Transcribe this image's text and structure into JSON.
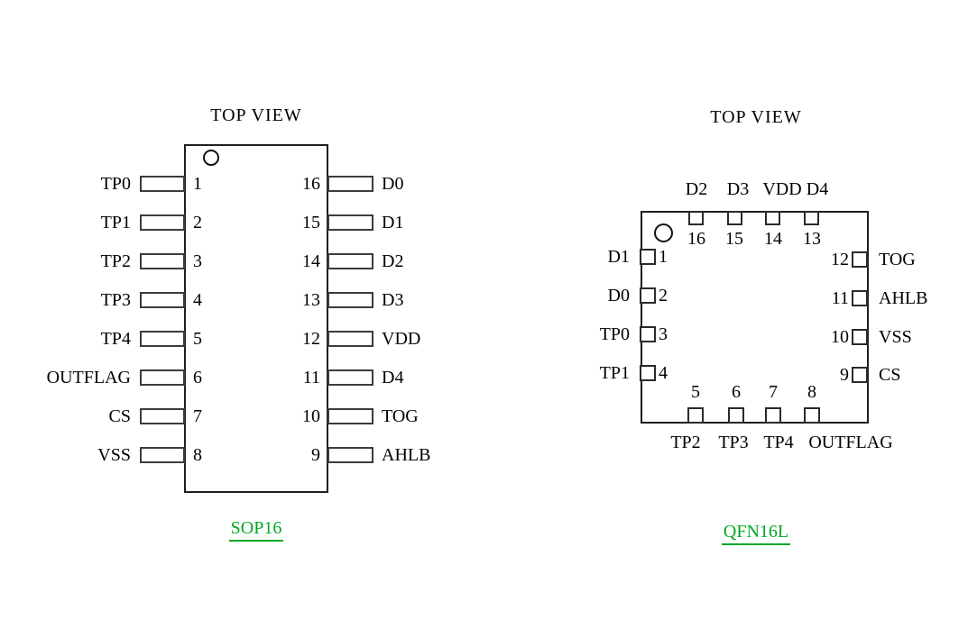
{
  "colors": {
    "link_green": "#00a822",
    "line": "#1f1f1f"
  },
  "sop16": {
    "title": "TOP VIEW",
    "package_label": "SOP16",
    "left_pins": [
      {
        "number": "1",
        "label": "TP0"
      },
      {
        "number": "2",
        "label": "TP1"
      },
      {
        "number": "3",
        "label": "TP2"
      },
      {
        "number": "4",
        "label": "TP3"
      },
      {
        "number": "5",
        "label": "TP4"
      },
      {
        "number": "6",
        "label": "OUTFLAG"
      },
      {
        "number": "7",
        "label": "CS"
      },
      {
        "number": "8",
        "label": "VSS"
      }
    ],
    "right_pins": [
      {
        "number": "16",
        "label": "D0"
      },
      {
        "number": "15",
        "label": "D1"
      },
      {
        "number": "14",
        "label": "D2"
      },
      {
        "number": "13",
        "label": "D3"
      },
      {
        "number": "12",
        "label": "VDD"
      },
      {
        "number": "11",
        "label": "D4"
      },
      {
        "number": "10",
        "label": "TOG"
      },
      {
        "number": "9",
        "label": "AHLB"
      }
    ]
  },
  "qfn16l": {
    "title": "TOP VIEW",
    "package_label": "QFN16L",
    "top_pins": [
      {
        "number": "16",
        "label": "D2"
      },
      {
        "number": "15",
        "label": "D3"
      },
      {
        "number": "14",
        "label": "VDD"
      },
      {
        "number": "13",
        "label": "D4"
      }
    ],
    "left_pins": [
      {
        "number": "1",
        "label": "D1"
      },
      {
        "number": "2",
        "label": "D0"
      },
      {
        "number": "3",
        "label": "TP0"
      },
      {
        "number": "4",
        "label": "TP1"
      }
    ],
    "right_pins": [
      {
        "number": "12",
        "label": "TOG"
      },
      {
        "number": "11",
        "label": "AHLB"
      },
      {
        "number": "10",
        "label": "VSS"
      },
      {
        "number": "9",
        "label": "CS"
      }
    ],
    "bottom_pins": [
      {
        "number": "5",
        "label": "TP2"
      },
      {
        "number": "6",
        "label": "TP3"
      },
      {
        "number": "7",
        "label": "TP4"
      },
      {
        "number": "8",
        "label": "OUTFLAG"
      }
    ]
  }
}
